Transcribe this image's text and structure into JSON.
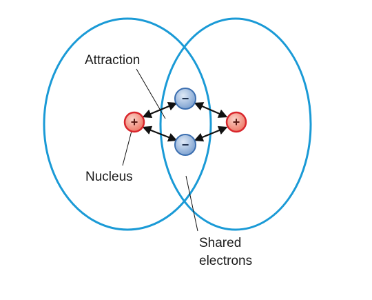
{
  "labels": {
    "attraction": "Attraction",
    "nucleus": "Nucleus",
    "shared_line1": "Shared",
    "shared_line2": "electrons"
  },
  "symbols": {
    "plus": "+",
    "minus": "−"
  },
  "colors": {
    "orbit": "#1a9ad6",
    "nucleus_fill": "#f08a7a",
    "nucleus_stroke": "#d9262c",
    "electron_fill": "#8fb0d8",
    "electron_stroke": "#3c6fb0",
    "arrow": "#111111"
  }
}
